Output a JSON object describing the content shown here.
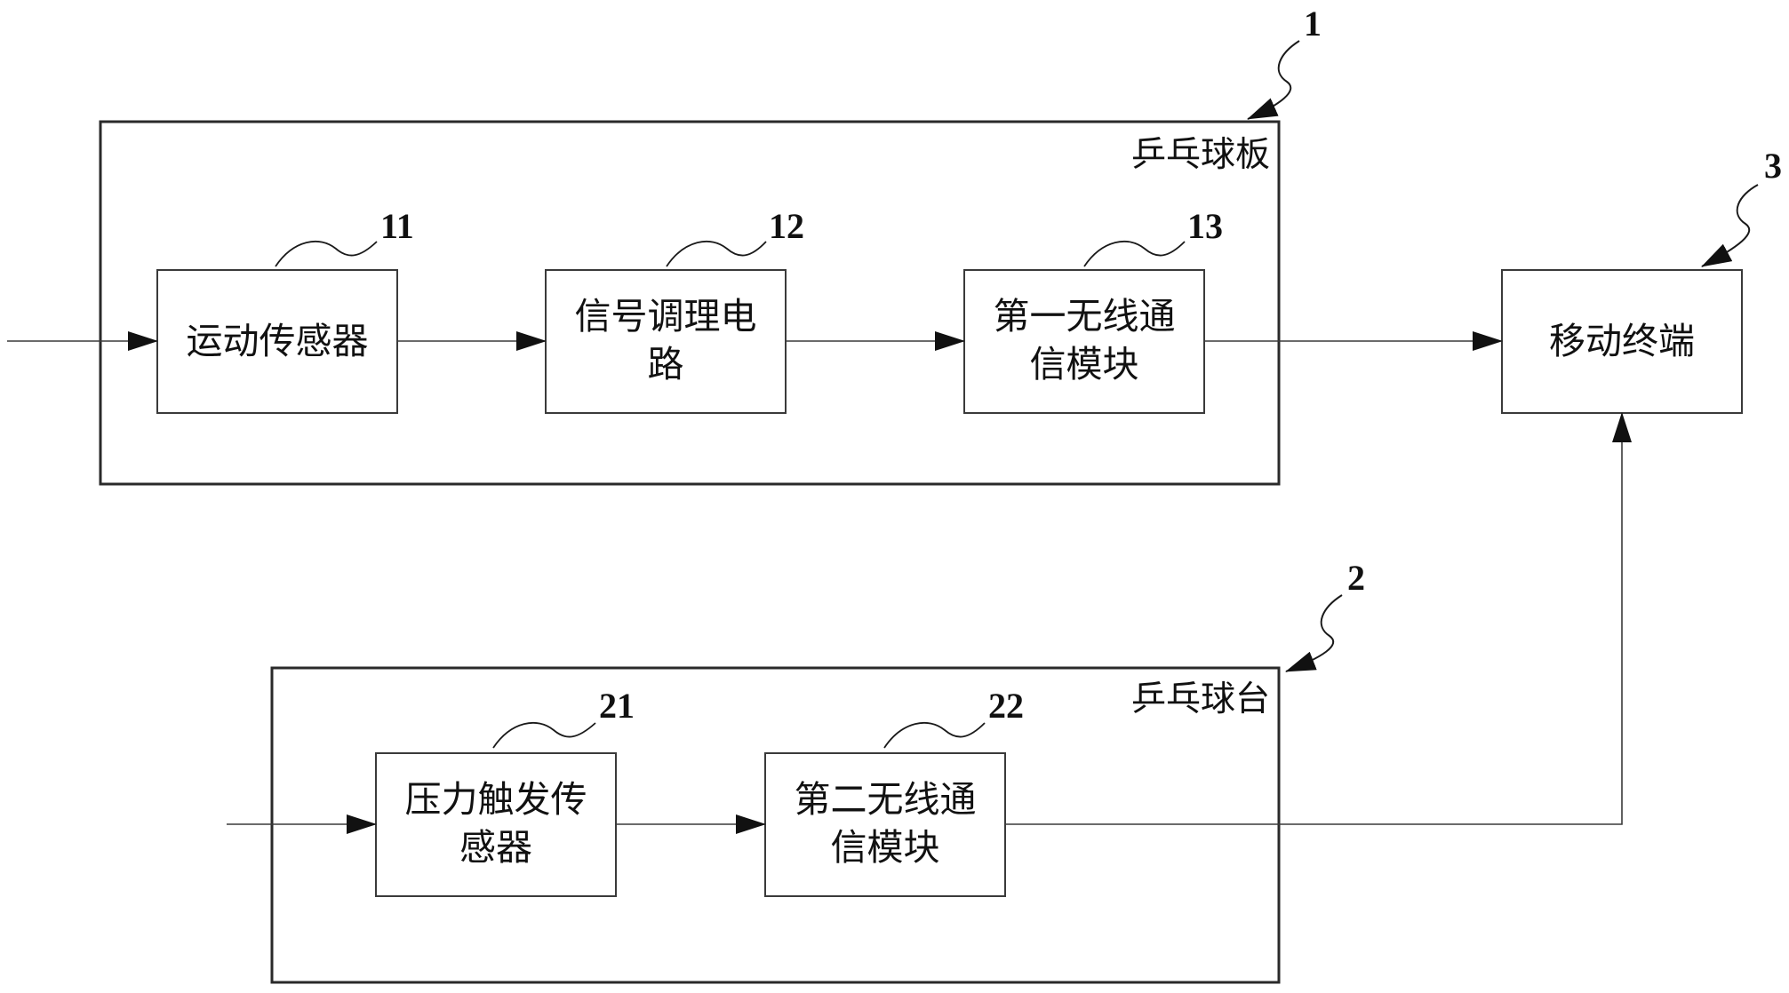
{
  "groups": {
    "paddle": {
      "label": "乒乓球板",
      "ref": "1"
    },
    "table": {
      "label": "乒乓球台",
      "ref": "2"
    }
  },
  "blocks": {
    "motion_sensor": {
      "lines": [
        "运动传感器"
      ],
      "ref": "11"
    },
    "signal_conditioning": {
      "lines": [
        "信号调理电",
        "路"
      ],
      "ref": "12"
    },
    "wireless1": {
      "lines": [
        "第一无线通",
        "信模块"
      ],
      "ref": "13"
    },
    "mobile_terminal": {
      "lines": [
        "移动终端"
      ],
      "ref": "3"
    },
    "pressure_sensor": {
      "lines": [
        "压力触发传",
        "感器"
      ],
      "ref": "21"
    },
    "wireless2": {
      "lines": [
        "第二无线通",
        "信模块"
      ],
      "ref": "22"
    }
  }
}
